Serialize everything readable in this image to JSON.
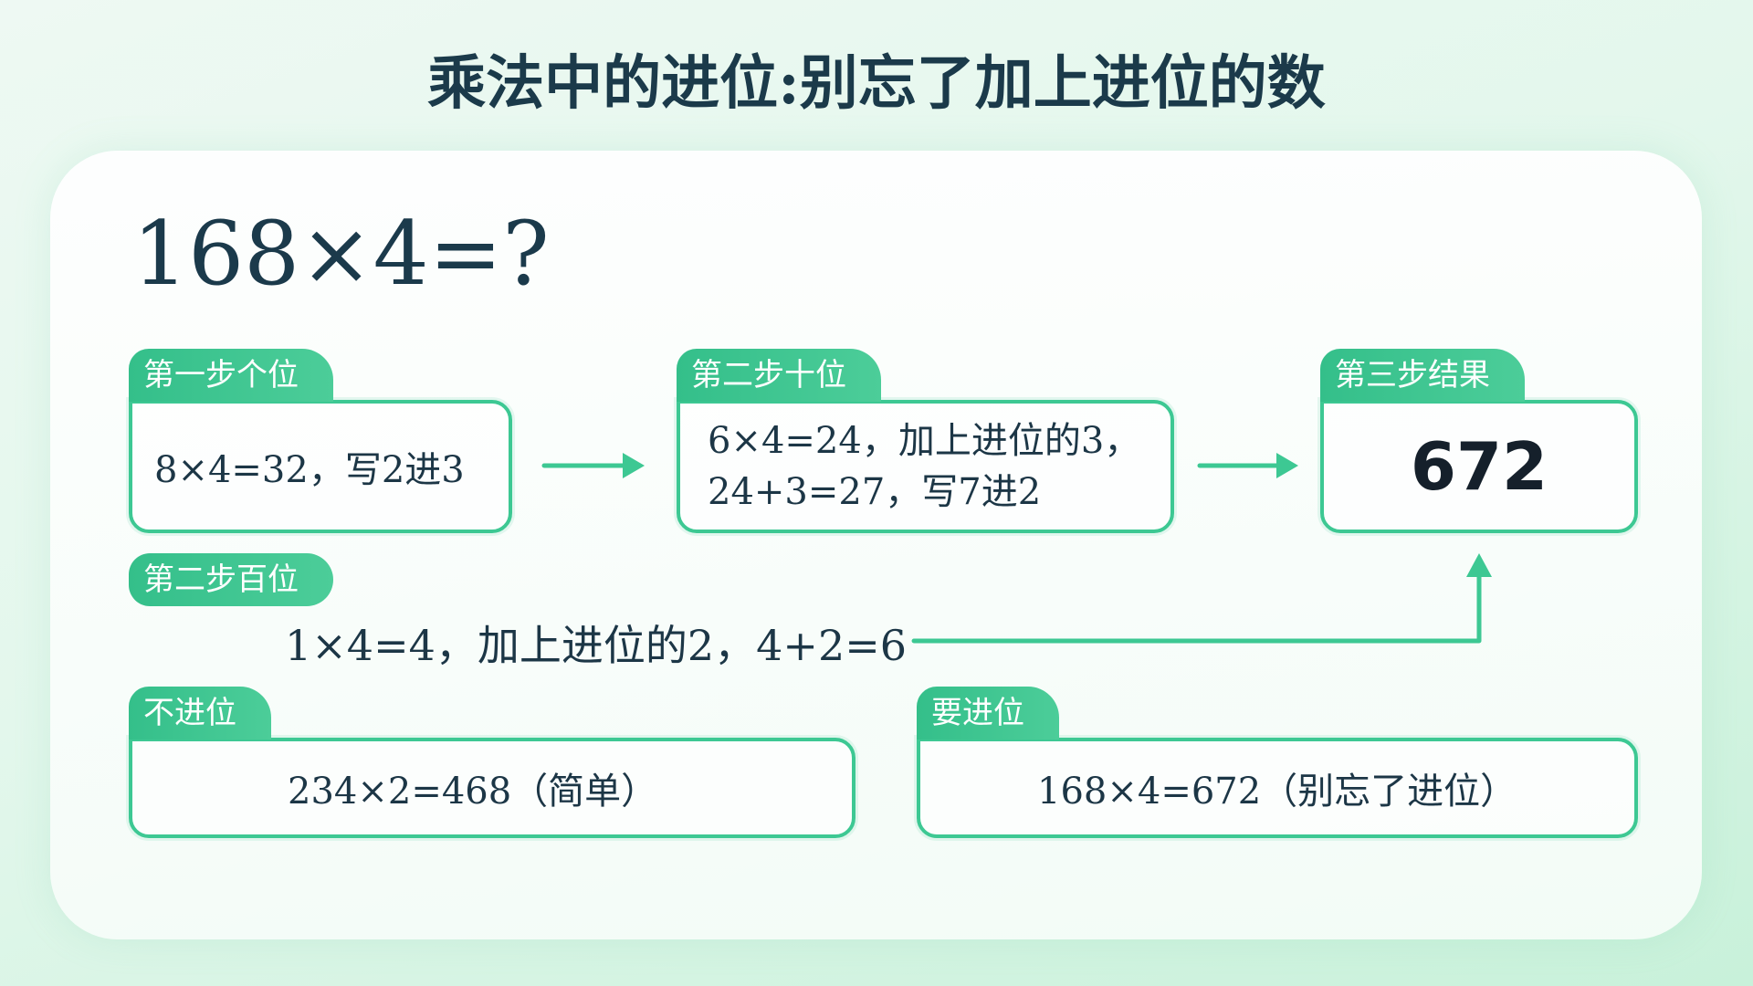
{
  "title": "乘法中的进位:别忘了加上进位的数",
  "equation": "168×4=?",
  "steps": [
    {
      "label": "第一步个位",
      "lines": [
        "8×4=32，写2进3"
      ]
    },
    {
      "label": "第二步十位",
      "lines": [
        "6×4=24，加上进位的3，",
        "24+3=27，写7进2"
      ]
    },
    {
      "label": "第三步结果",
      "result": "672"
    }
  ],
  "hundreds": {
    "label": "第二步百位",
    "text": "1×4=4，加上进位的2，4+2=6"
  },
  "comparison": {
    "no_carry": {
      "label": "不进位",
      "text": "234×2=468（简单）"
    },
    "carry": {
      "label": "要进位",
      "text": "168×4=672（别忘了进位）"
    }
  },
  "colors": {
    "accent": "#3dc893",
    "tab": "#34bf8a",
    "text": "#1c3646",
    "background": "#dff6ea"
  }
}
